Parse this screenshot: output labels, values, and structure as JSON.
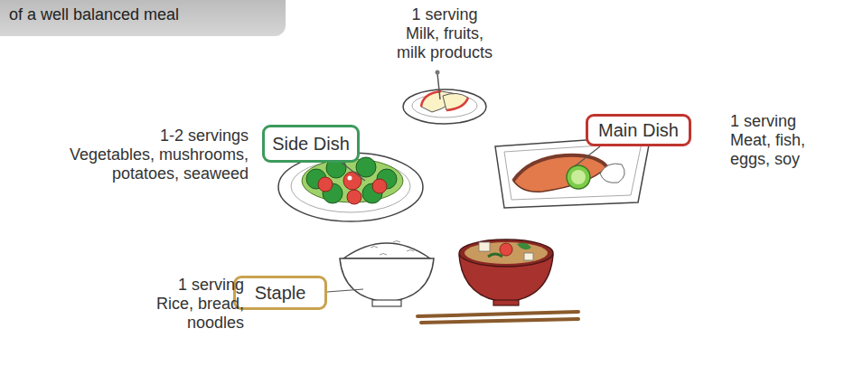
{
  "diagram": {
    "title": "of a well balanced meal",
    "nodes": [
      {
        "text": [
          "Side Dish"
        ]
      },
      {
        "text": [
          "Main Dish"
        ]
      },
      {
        "text": [
          "Staple"
        ]
      }
    ],
    "labels": [
      "1 serving",
      "Milk, fruits, milk products",
      "1-2 servings",
      "Vegetables, mushrooms, potatoes, seaweed",
      "1 serving",
      "Meat, fish, eggs, soy",
      "1 serving",
      "Rice, bread, noodles"
    ]
  }
}
